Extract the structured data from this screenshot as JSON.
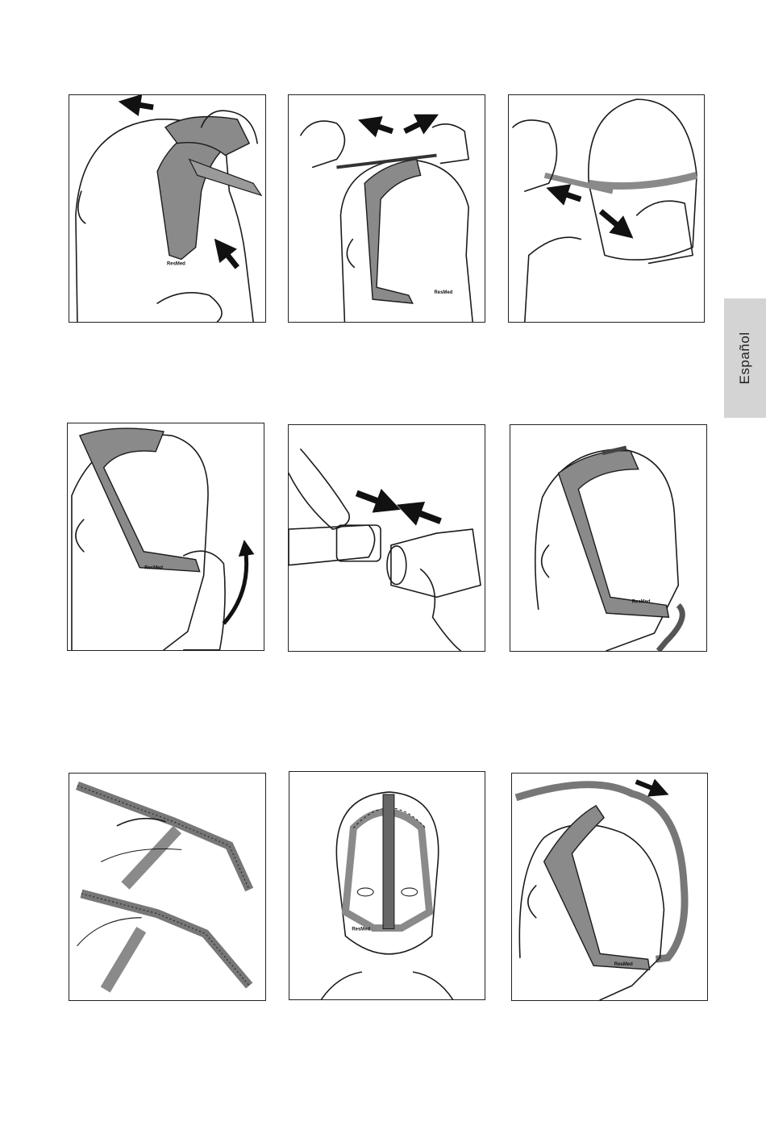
{
  "side_tab": {
    "label": "Español"
  },
  "brand_mark": "ResMed",
  "colors": {
    "strap": "#8a8a8a",
    "strap_dark": "#6b6b6b",
    "head": "#ececec",
    "tab_bg": "#d4d4d4",
    "line": "#1a1a1a"
  },
  "panels": [
    {
      "id": "step-1",
      "icons": [
        "left-arrow-icon",
        "up-arrow-icon"
      ]
    },
    {
      "id": "step-2",
      "icons": [
        "left-arrow-icon",
        "right-arrow-icon"
      ]
    },
    {
      "id": "step-3",
      "icons": [
        "left-arrow-icon",
        "down-right-arrow-icon"
      ]
    },
    {
      "id": "step-4",
      "icons": [
        "curved-double-arrow-icon"
      ]
    },
    {
      "id": "step-5",
      "icons": [
        "right-arrow-icon",
        "left-arrow-icon"
      ]
    },
    {
      "id": "step-6",
      "icons": []
    },
    {
      "id": "step-7",
      "icons": []
    },
    {
      "id": "step-8",
      "icons": []
    },
    {
      "id": "step-9",
      "icons": [
        "right-arrow-icon"
      ]
    }
  ]
}
